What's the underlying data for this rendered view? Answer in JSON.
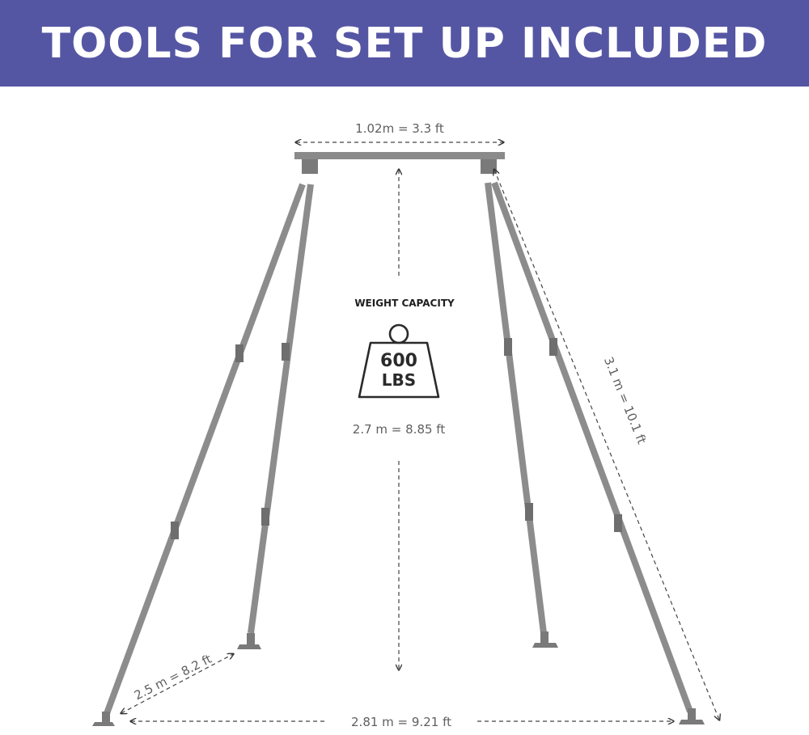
{
  "header": {
    "title": "TOOLS FOR SET UP INCLUDED"
  },
  "capacity": {
    "label": "WEIGHT CAPACITY",
    "value": "600",
    "unit": "LBS"
  },
  "dimensions": {
    "top_width": "1.02m = 3.3 ft",
    "height": "2.7 m = 8.85 ft",
    "leg_length": "3.1 m = 10.1 ft",
    "leg_spread": "2.5 m = 8.2 ft",
    "base_width": "2.81 m = 9.21 ft"
  },
  "colors": {
    "header_bg": "#5556a3",
    "frame": "#8a8a8a",
    "dim_text": "#5f5f5f"
  }
}
